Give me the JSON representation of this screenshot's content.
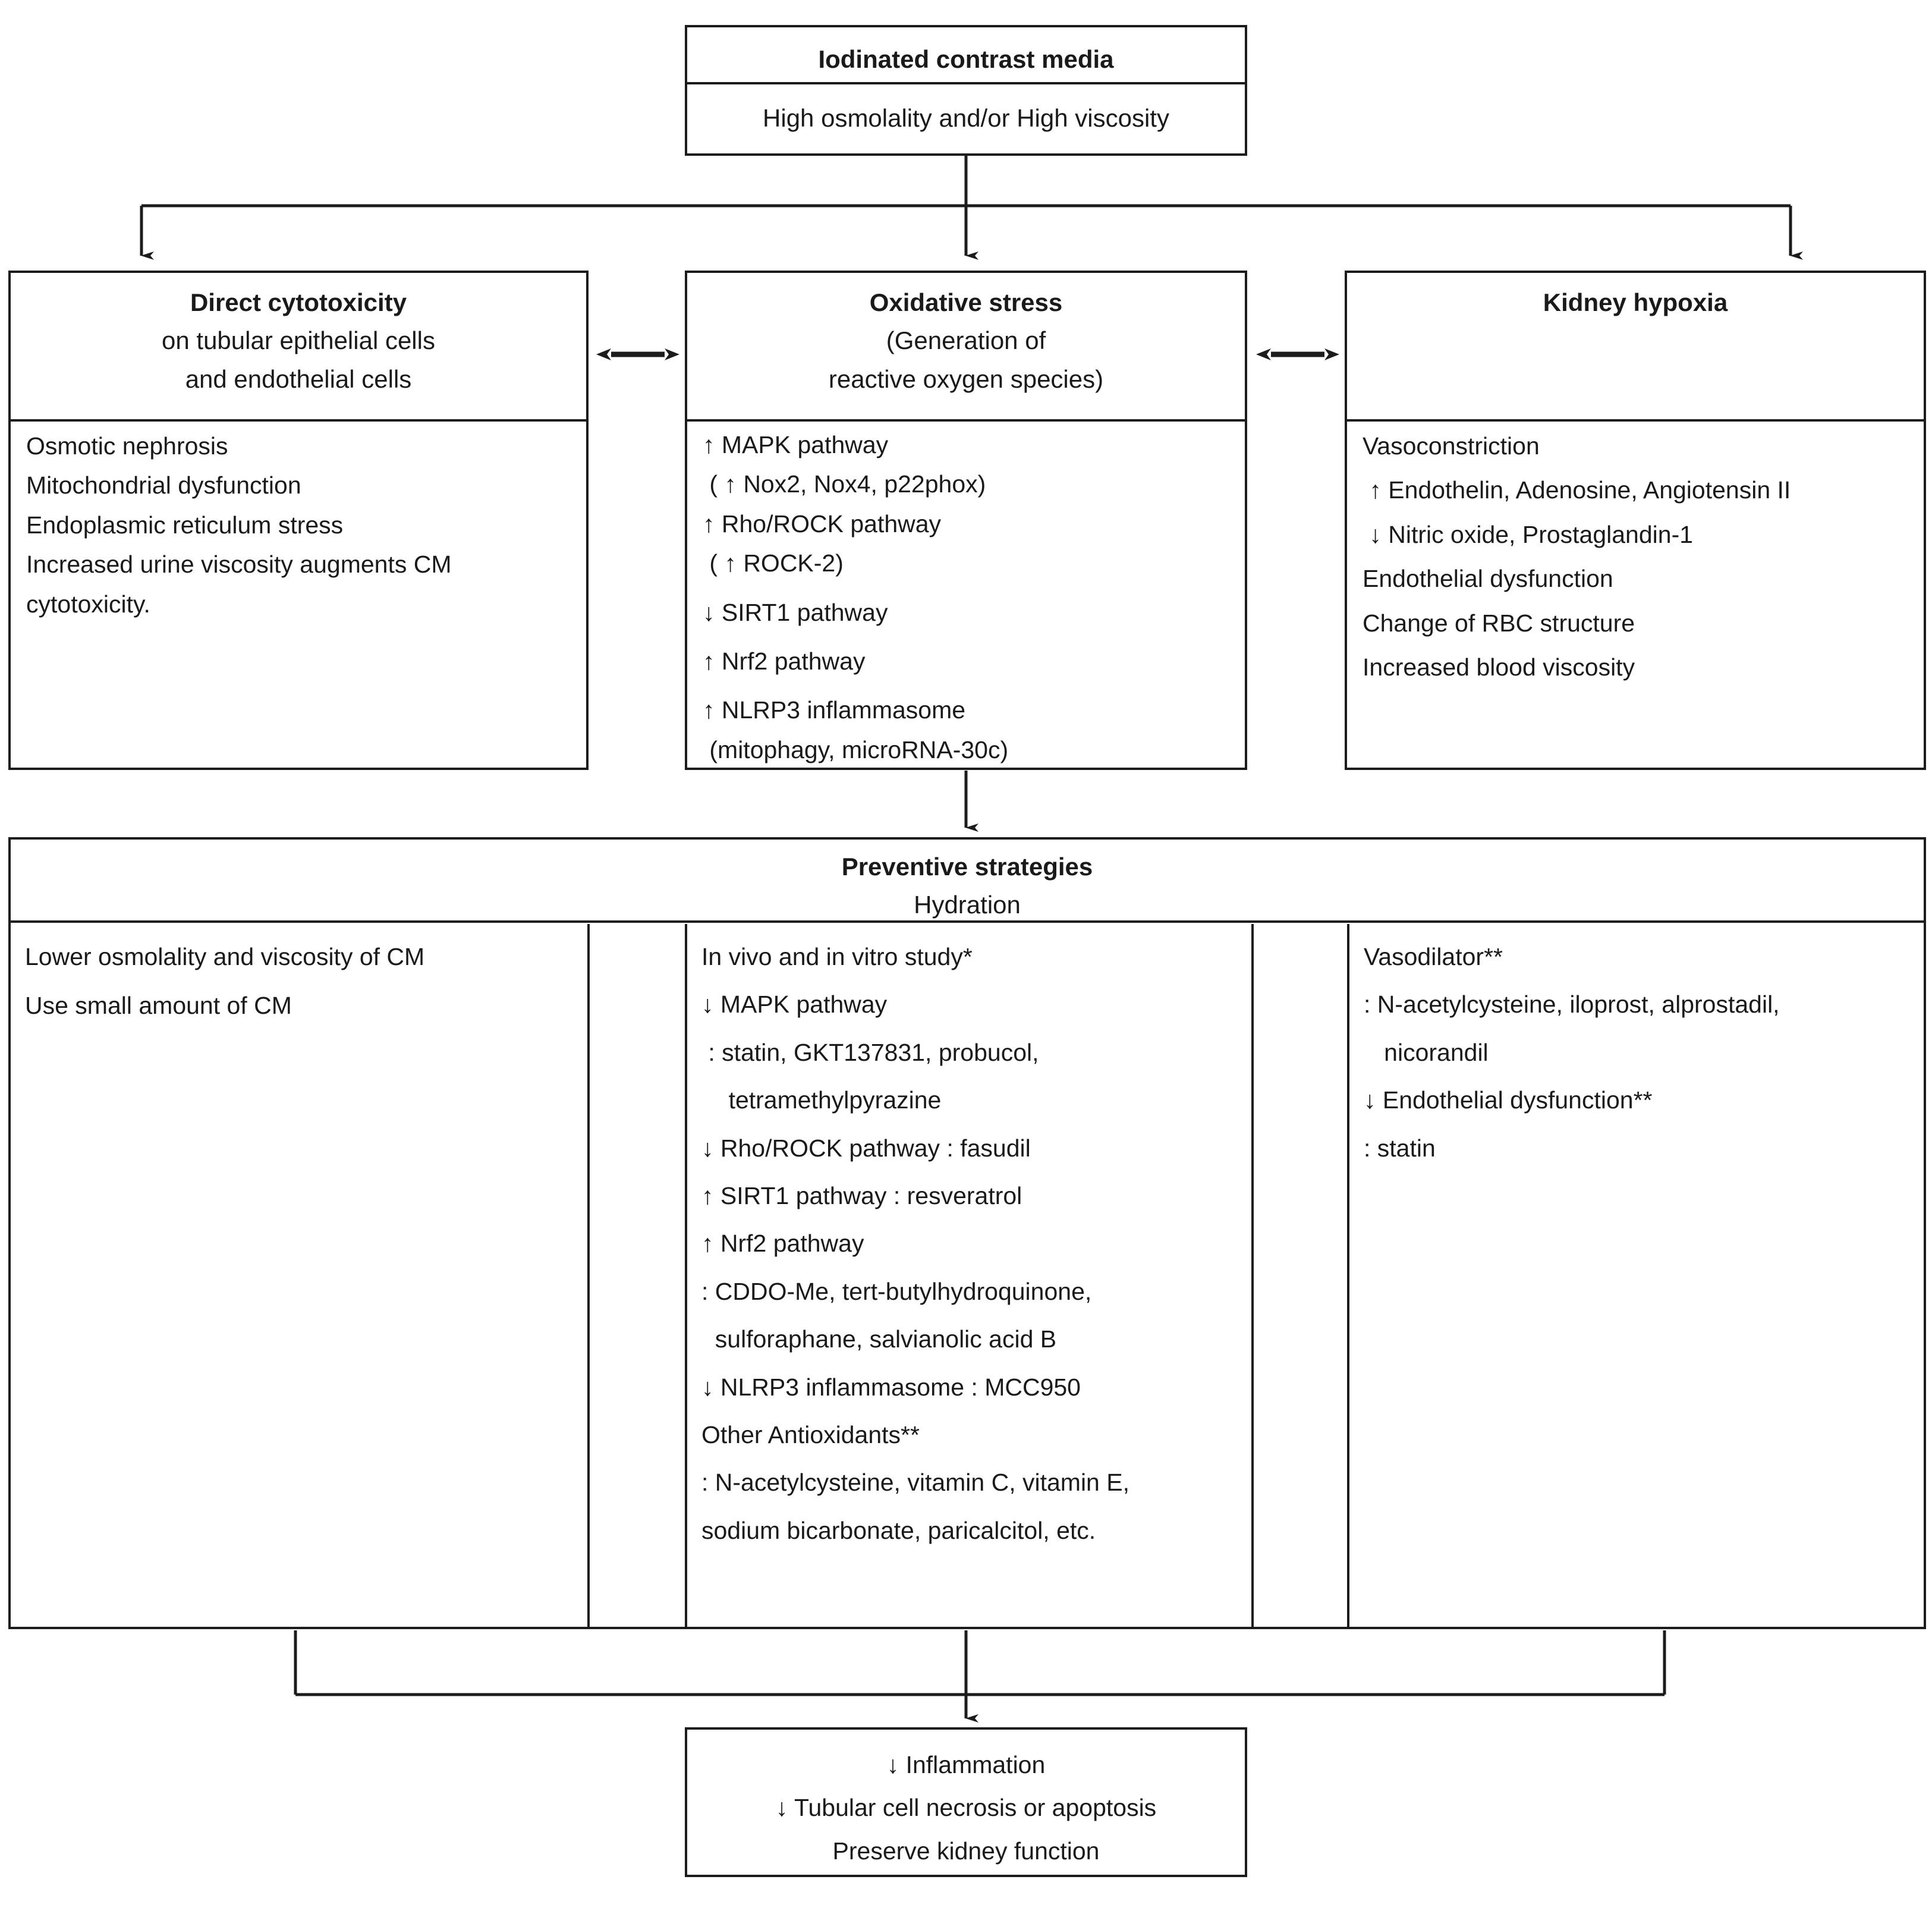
{
  "diagram": {
    "top_box": {
      "title": "Iodinated contrast media",
      "subtitle": "High osmolality and/or High viscosity"
    },
    "mechanisms": [
      {
        "id": "direct-cytotoxicity",
        "title": "Direct cytotoxicity",
        "subtitle_lines": [
          "on tubular epithelial cells",
          "and endothelial cells"
        ],
        "items": [
          "Osmotic nephrosis",
          "Mitochondrial dysfunction",
          "Endoplasmic reticulum stress",
          "Increased urine viscosity augments CM",
          "cytotoxicity."
        ]
      },
      {
        "id": "oxidative-stress",
        "title": "Oxidative stress",
        "subtitle_lines": [
          "(Generation of",
          "reactive oxygen species)"
        ],
        "items": [
          "↑ MAPK pathway",
          " ( ↑ Nox2, Nox4, p22phox)",
          "↑ Rho/ROCK pathway",
          " ( ↑ ROCK-2)",
          "↓ SIRT1 pathway",
          "↑ Nrf2 pathway",
          "↑ NLRP3 inflammasome",
          " (mitophagy, microRNA-30c)"
        ]
      },
      {
        "id": "kidney-hypoxia",
        "title": "Kidney hypoxia",
        "subtitle_lines": [
          "",
          ""
        ],
        "items": [
          "Vasoconstriction",
          " ↑ Endothelin, Adenosine, Angiotensin II",
          " ↓ Nitric oxide, Prostaglandin-1",
          "Endothelial dysfunction",
          "Change of RBC structure",
          "Increased blood viscosity"
        ]
      }
    ],
    "preventive": {
      "title": "Preventive strategies",
      "subtitle": "Hydration",
      "columns": [
        {
          "id": "cm-measures",
          "items": [
            "Lower osmolality and viscosity of CM",
            "Use small amount of CM"
          ]
        },
        {
          "id": "in-vivo-in-vitro",
          "items": [
            "In vivo and in vitro study*",
            "↓ MAPK pathway",
            " : statin, GKT137831, probucol,",
            "    tetramethylpyrazine",
            "↓ Rho/ROCK pathway : fasudil",
            "↑ SIRT1 pathway : resveratrol",
            "↑ Nrf2 pathway",
            ": CDDO-Me, tert-butylhydroquinone,",
            "  sulforaphane, salvianolic acid B",
            "↓ NLRP3 inflammasome : MCC950",
            "Other Antioxidants**",
            ": N-acetylcysteine, vitamin C, vitamin E,",
            "sodium bicarbonate, paricalcitol, etc."
          ]
        },
        {
          "id": "vasodilator",
          "items": [
            "Vasodilator**",
            ": N-acetylcysteine, iloprost, alprostadil,",
            "   nicorandil",
            "↓ Endothelial dysfunction**",
            ": statin"
          ]
        }
      ]
    },
    "outcome": {
      "lines": [
        "↓ Inflammation",
        "↓ Tubular cell necrosis or apoptosis",
        "Preserve kidney function"
      ]
    },
    "colors": {
      "stroke": "#1c1c1c",
      "background": "#ffffff",
      "text": "#1a1a1a"
    }
  }
}
